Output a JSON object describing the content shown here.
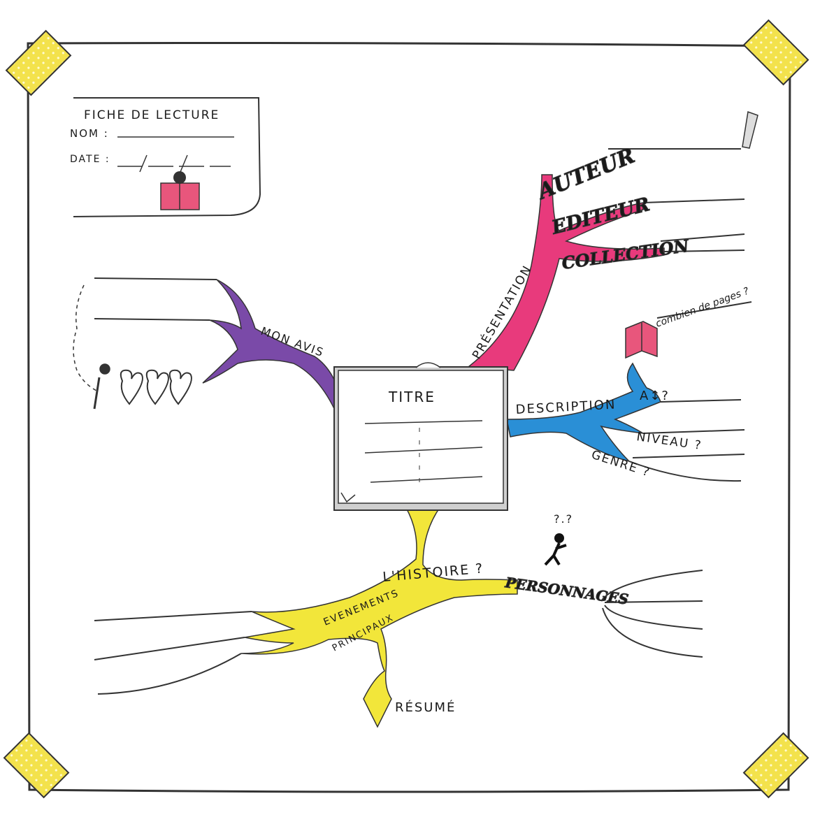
{
  "form": {
    "title": "FICHE DE LECTURE",
    "name_label": "NOM :",
    "date_label": "DATE :",
    "date_separators": "/ /"
  },
  "center": {
    "label": "TITRE"
  },
  "branches": {
    "presentation": {
      "label": "PRÉSENTATION",
      "color": "#e83a7c",
      "children": [
        "AUTEUR",
        "EDITEUR",
        "COLLECTION"
      ]
    },
    "avis": {
      "label": "MON AVIS",
      "color": "#7a4aa8"
    },
    "description": {
      "label": "DESCRIPTION",
      "color": "#2a8fd6",
      "children": [
        "combien de pages ?",
        "A↕?",
        "NIVEAU ?",
        "GENRE ?"
      ]
    },
    "histoire": {
      "label": "L'HISTOIRE ?",
      "color": "#f2e63a",
      "children": [
        "EVENEMENTS",
        "PRINCIPAUX",
        "RÉSUMÉ",
        "PERSONNAGES"
      ]
    }
  },
  "icons": [
    "book-icon",
    "pencil-icon",
    "heart-icon",
    "music-note-icon",
    "question-figure-icon",
    "tape-icon"
  ],
  "colors": {
    "tape": "#f3e24c",
    "tape_dots": "#ffffff",
    "paper_border": "#333333"
  }
}
